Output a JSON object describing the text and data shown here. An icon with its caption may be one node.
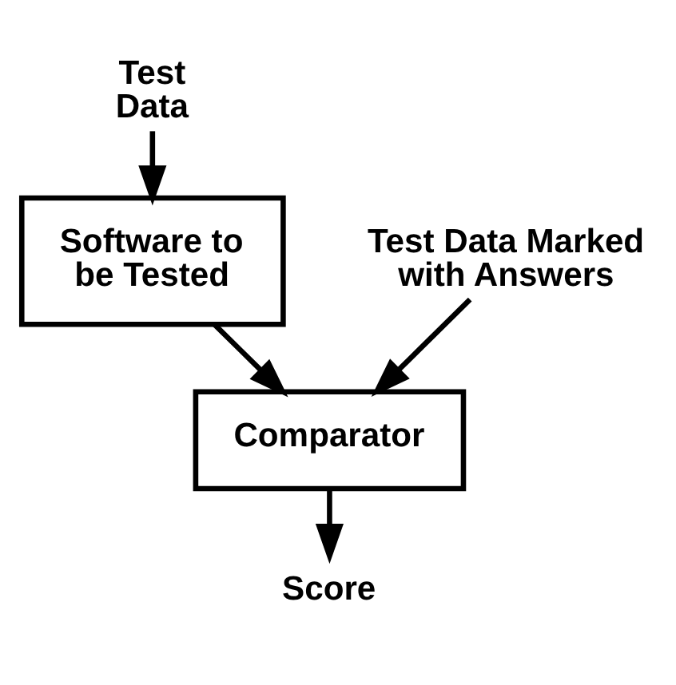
{
  "diagram": {
    "nodes": [
      {
        "text": [
          "Test Data"
        ]
      },
      {
        "text": [
          "Software to be Tested"
        ]
      },
      {
        "text": [
          "Test Data Marked with Answers"
        ]
      },
      {
        "text": [
          "Comparator"
        ]
      },
      {
        "text": [
          "Score"
        ]
      }
    ],
    "edges": [
      {
        "from": 0,
        "to": 1,
        "arrow": "to"
      },
      {
        "from": 1,
        "to": 3,
        "arrow": "to"
      },
      {
        "from": 2,
        "to": 3,
        "arrow": "to"
      },
      {
        "from": 3,
        "to": 4,
        "arrow": "to"
      }
    ]
  }
}
